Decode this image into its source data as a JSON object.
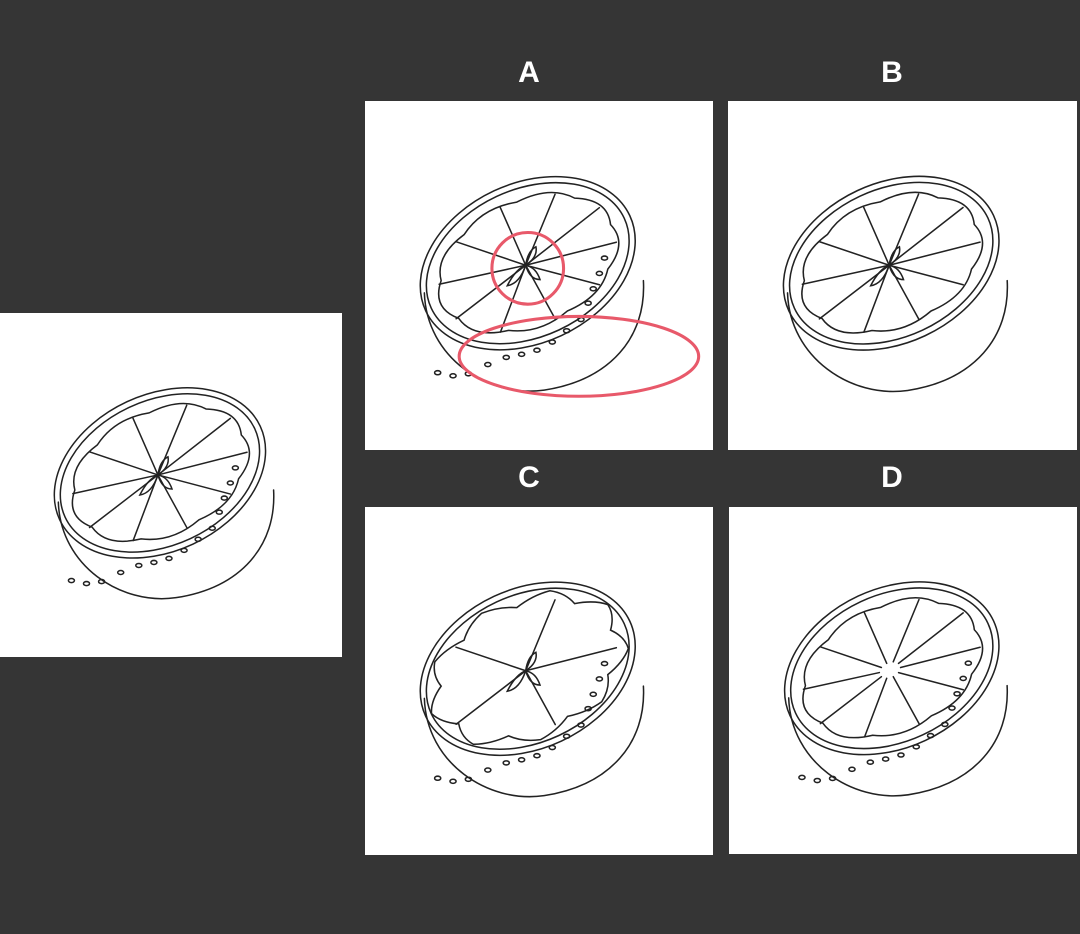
{
  "options": [
    {
      "label": "A"
    },
    {
      "label": "B"
    },
    {
      "label": "C"
    },
    {
      "label": "D"
    }
  ],
  "illustration": {
    "subject": "half-orange-icon",
    "line_color": "#222222",
    "highlight_color": "#e8596a",
    "background_color": "#353535",
    "panel_color": "#ffffff"
  }
}
